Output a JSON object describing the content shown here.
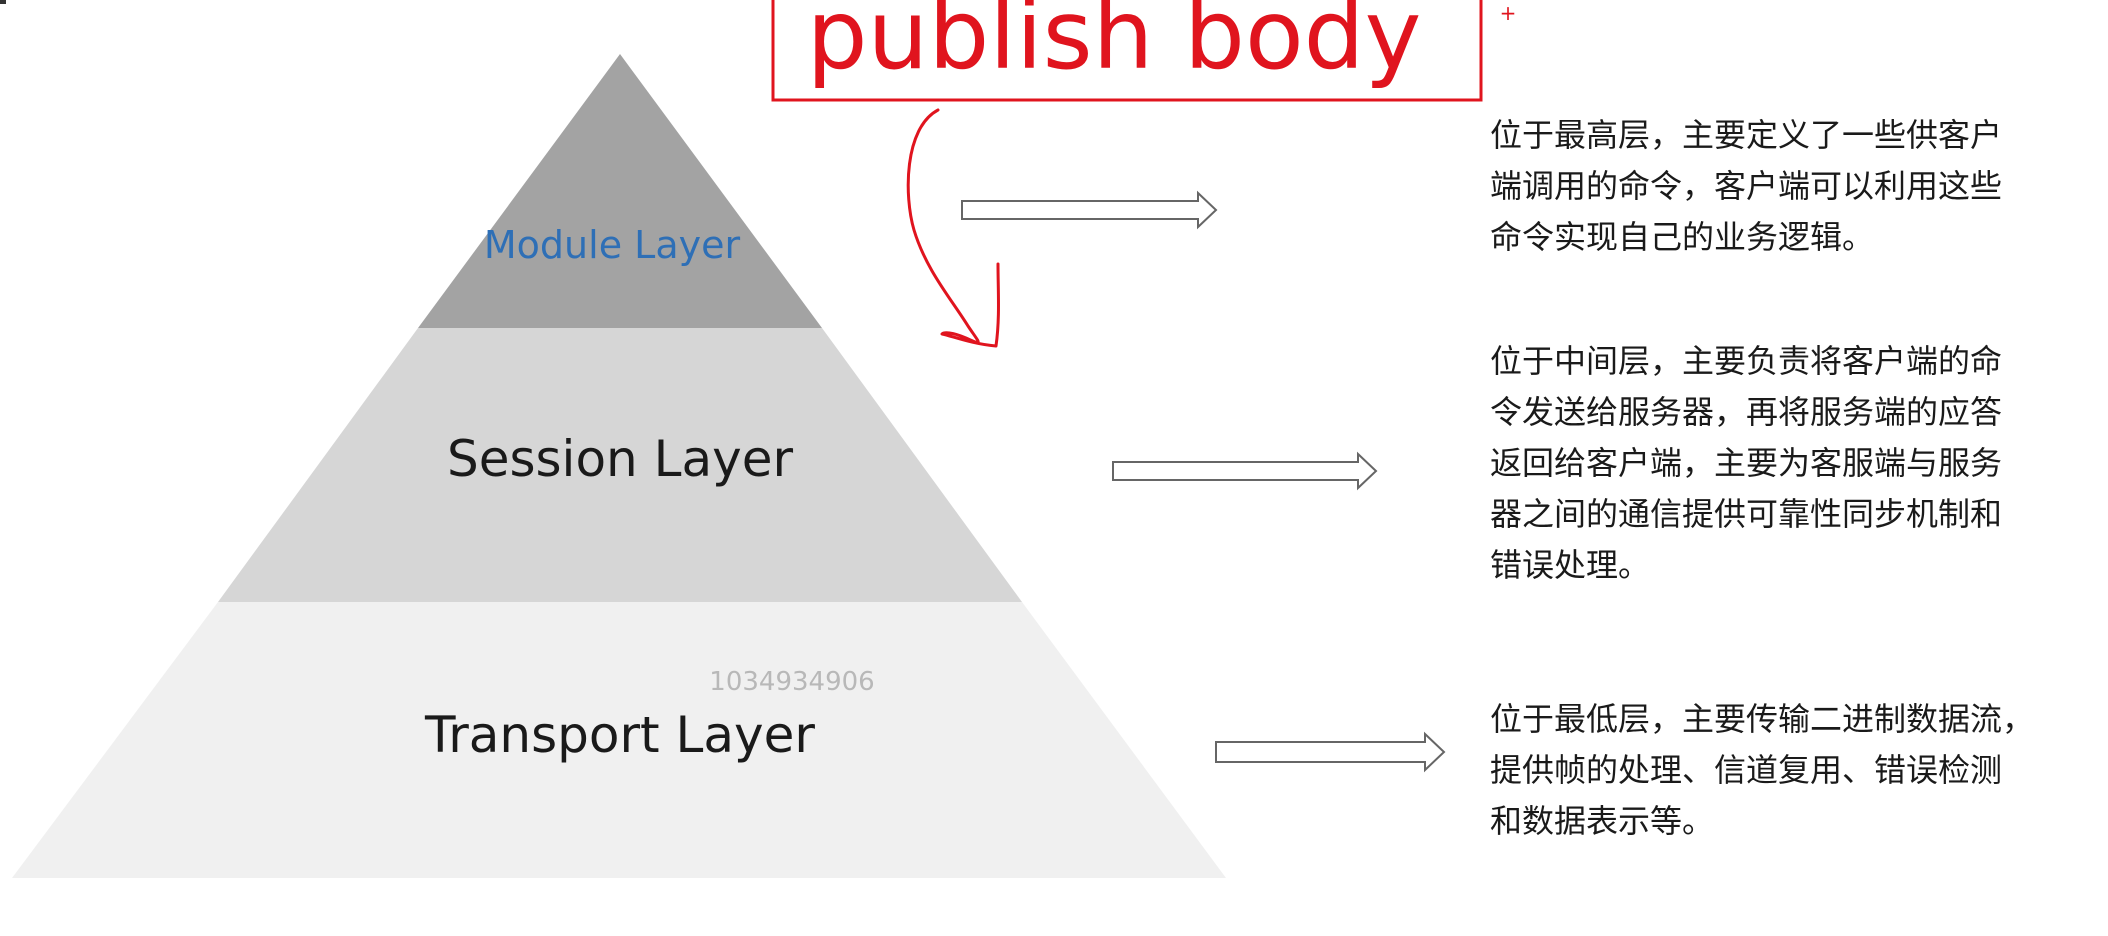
{
  "annotation": {
    "text": "publish body",
    "color": "#e0141e",
    "plus": "+"
  },
  "layers": [
    {
      "id": "module",
      "label": "Module Layer",
      "fill": "#a3a3a3",
      "label_color": "#2e6fb6",
      "description": "位于最高层，主要定义了一些供客户\n端调用的命令，客户端可以利用这些\n命令实现自己的业务逻辑。"
    },
    {
      "id": "session",
      "label": "Session Layer",
      "fill": "#d6d6d6",
      "label_color": "#1a1a1a",
      "description": "位于中间层，主要负责将客户端的命\n令发送给服务器，再将服务端的应答\n返回给客户端，主要为客服端与服务\n器之间的通信提供可靠性同步机制和\n错误处理。"
    },
    {
      "id": "transport",
      "label": "Transport Layer",
      "fill": "#f0f0f0",
      "label_color": "#1a1a1a",
      "description": "位于最低层，主要传输二进制数据流，\n提供帧的处理、信道复用、错误检测\n和数据表示等。"
    }
  ],
  "watermark": "1034934906"
}
